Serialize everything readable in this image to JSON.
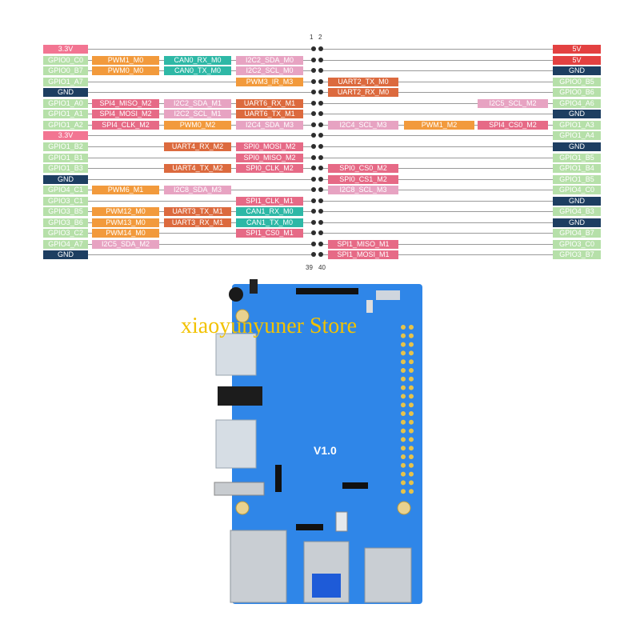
{
  "colors": {
    "gpio": "#b6e0a9",
    "power33": "#f27592",
    "power5": "#e34141",
    "gnd": "#1d3e61",
    "pwm": "#f29a3c",
    "i2c": "#e7a3c2",
    "can": "#2eb8a6",
    "uart": "#dc6a3e",
    "spi": "#e66a86",
    "board": "#2f86e8",
    "watermark": "#f2c200"
  },
  "header": {
    "pin_top_left": "1",
    "pin_top_right": "2",
    "pin_bottom_left": "39",
    "pin_bottom_right": "40"
  },
  "left_pins": [
    {
      "label": "3.3V",
      "type": "power33",
      "func": []
    },
    {
      "label": "GPIO0_C0",
      "type": "gpio",
      "func": [
        {
          "t": "PWM1_M0",
          "k": "pwm"
        },
        {
          "t": "CAN0_RX_M0",
          "k": "can"
        },
        {
          "t": "I2C2_SDA_M0",
          "k": "i2c"
        }
      ]
    },
    {
      "label": "GPIO0_B7",
      "type": "gpio",
      "func": [
        {
          "t": "PWM0_M0",
          "k": "pwm"
        },
        {
          "t": "CAN0_TX_M0",
          "k": "can"
        },
        {
          "t": "I2C2_SCL_M0",
          "k": "i2c"
        }
      ]
    },
    {
      "label": "GPIO1_A7",
      "type": "gpio",
      "func": [
        {
          "t": "",
          "k": ""
        },
        {
          "t": "",
          "k": ""
        },
        {
          "t": "PWM3_IR_M3",
          "k": "pwm"
        }
      ]
    },
    {
      "label": "GND",
      "type": "gnd",
      "func": []
    },
    {
      "label": "GPIO1_A0",
      "type": "gpio",
      "func": [
        {
          "t": "SPI4_MISO_M2",
          "k": "spi"
        },
        {
          "t": "I2C2_SDA_M1",
          "k": "i2c"
        },
        {
          "t": "UART6_RX_M1",
          "k": "uart"
        }
      ]
    },
    {
      "label": "GPIO1_A1",
      "type": "gpio",
      "func": [
        {
          "t": "SPI4_MOSI_M2",
          "k": "spi"
        },
        {
          "t": "I2C2_SCL_M1",
          "k": "i2c"
        },
        {
          "t": "UART6_TX_M1",
          "k": "uart"
        }
      ]
    },
    {
      "label": "GPIO1_A2",
      "type": "gpio",
      "func": [
        {
          "t": "SPI4_CLK_M2",
          "k": "spi"
        },
        {
          "t": "PWM0_M2",
          "k": "pwm"
        },
        {
          "t": "I2C4_SDA_M3",
          "k": "i2c"
        }
      ]
    },
    {
      "label": "3.3V",
      "type": "power33",
      "func": []
    },
    {
      "label": "GPIO1_B2",
      "type": "gpio",
      "func": [
        {
          "t": "",
          "k": ""
        },
        {
          "t": "UART4_RX_M2",
          "k": "uart"
        },
        {
          "t": "SPI0_MOSI_M2",
          "k": "spi"
        }
      ]
    },
    {
      "label": "GPIO1_B1",
      "type": "gpio",
      "func": [
        {
          "t": "",
          "k": ""
        },
        {
          "t": "",
          "k": ""
        },
        {
          "t": "SPI0_MISO_M2",
          "k": "spi"
        }
      ]
    },
    {
      "label": "GPIO1_B3",
      "type": "gpio",
      "func": [
        {
          "t": "",
          "k": ""
        },
        {
          "t": "UART4_TX_M2",
          "k": "uart"
        },
        {
          "t": "SPI0_CLK_M2",
          "k": "spi"
        }
      ]
    },
    {
      "label": "GND",
      "type": "gnd",
      "func": []
    },
    {
      "label": "GPIO4_C1",
      "type": "gpio",
      "func": [
        {
          "t": "PWM6_M1",
          "k": "pwm"
        },
        {
          "t": "I2C8_SDA_M3",
          "k": "i2c"
        }
      ]
    },
    {
      "label": "GPIO3_C1",
      "type": "gpio",
      "func": [
        {
          "t": "",
          "k": ""
        },
        {
          "t": "",
          "k": ""
        },
        {
          "t": "SPI1_CLK_M1",
          "k": "spi"
        }
      ]
    },
    {
      "label": "GPIO3_B5",
      "type": "gpio",
      "func": [
        {
          "t": "PWM12_M0",
          "k": "pwm"
        },
        {
          "t": "UART3_TX_M1",
          "k": "uart"
        },
        {
          "t": "CAN1_RX_M0",
          "k": "can"
        }
      ]
    },
    {
      "label": "GPIO3_B6",
      "type": "gpio",
      "func": [
        {
          "t": "PWM13_M0",
          "k": "pwm"
        },
        {
          "t": "UART3_RX_M1",
          "k": "uart"
        },
        {
          "t": "CAN1_TX_M0",
          "k": "can"
        }
      ]
    },
    {
      "label": "GPIO3_C2",
      "type": "gpio",
      "func": [
        {
          "t": "PWM14_M0",
          "k": "pwm"
        },
        {
          "t": "",
          "k": ""
        },
        {
          "t": "SPI1_CS0_M1",
          "k": "spi"
        }
      ]
    },
    {
      "label": "GPIO4_A7",
      "type": "gpio",
      "func": [
        {
          "t": "I2C5_SDA_M2",
          "k": "i2c"
        }
      ]
    },
    {
      "label": "GND",
      "type": "gnd",
      "func": []
    }
  ],
  "right_pins": [
    {
      "label": "5V",
      "type": "power5",
      "func": []
    },
    {
      "label": "5V",
      "type": "power5",
      "func": []
    },
    {
      "label": "GND",
      "type": "gnd",
      "func": []
    },
    {
      "label": "GPIO0_B5",
      "type": "gpio",
      "func": [
        {
          "t": "UART2_TX_M0",
          "k": "uart"
        }
      ]
    },
    {
      "label": "GPIO0_B6",
      "type": "gpio",
      "func": [
        {
          "t": "UART2_RX_M0",
          "k": "uart"
        }
      ]
    },
    {
      "label": "GPIO4_A6",
      "type": "gpio",
      "func": [
        {
          "t": "",
          "k": ""
        },
        {
          "t": "",
          "k": ""
        },
        {
          "t": "I2C5_SCL_M2",
          "k": "i2c"
        }
      ]
    },
    {
      "label": "GND",
      "type": "gnd",
      "func": []
    },
    {
      "label": "GPIO1_A3",
      "type": "gpio",
      "func": [
        {
          "t": "I2C4_SCL_M3",
          "k": "i2c"
        },
        {
          "t": "PWM1_M2",
          "k": "pwm"
        },
        {
          "t": "SPI4_CS0_M2",
          "k": "spi"
        }
      ]
    },
    {
      "label": "GPIO1_A4",
      "type": "gpio",
      "func": []
    },
    {
      "label": "GND",
      "type": "gnd",
      "func": []
    },
    {
      "label": "GPIO1_B5",
      "type": "gpio",
      "func": []
    },
    {
      "label": "GPIO1_B4",
      "type": "gpio",
      "func": [
        {
          "t": "SPI0_CS0_M2",
          "k": "spi"
        }
      ]
    },
    {
      "label": "GPIO1_B5",
      "type": "gpio",
      "func": [
        {
          "t": "SPI0_CS1_M2",
          "k": "spi"
        }
      ]
    },
    {
      "label": "GPIO4_C0",
      "type": "gpio",
      "func": [
        {
          "t": "I2C8_SCL_M3",
          "k": "i2c"
        }
      ]
    },
    {
      "label": "GND",
      "type": "gnd",
      "func": []
    },
    {
      "label": "GPIO4_B3",
      "type": "gpio",
      "func": []
    },
    {
      "label": "GND",
      "type": "gnd",
      "func": []
    },
    {
      "label": "GPIO4_B7",
      "type": "gpio",
      "func": []
    },
    {
      "label": "GPIO3_C0",
      "type": "gpio",
      "func": [
        {
          "t": "SPI1_MISO_M1",
          "k": "spi"
        }
      ]
    },
    {
      "label": "GPIO3_B7",
      "type": "gpio",
      "func": [
        {
          "t": "SPI1_MOSI_M1",
          "k": "spi"
        }
      ]
    }
  ],
  "board": {
    "version": "V1.0"
  },
  "watermark": "xiaoyunyuner Store"
}
